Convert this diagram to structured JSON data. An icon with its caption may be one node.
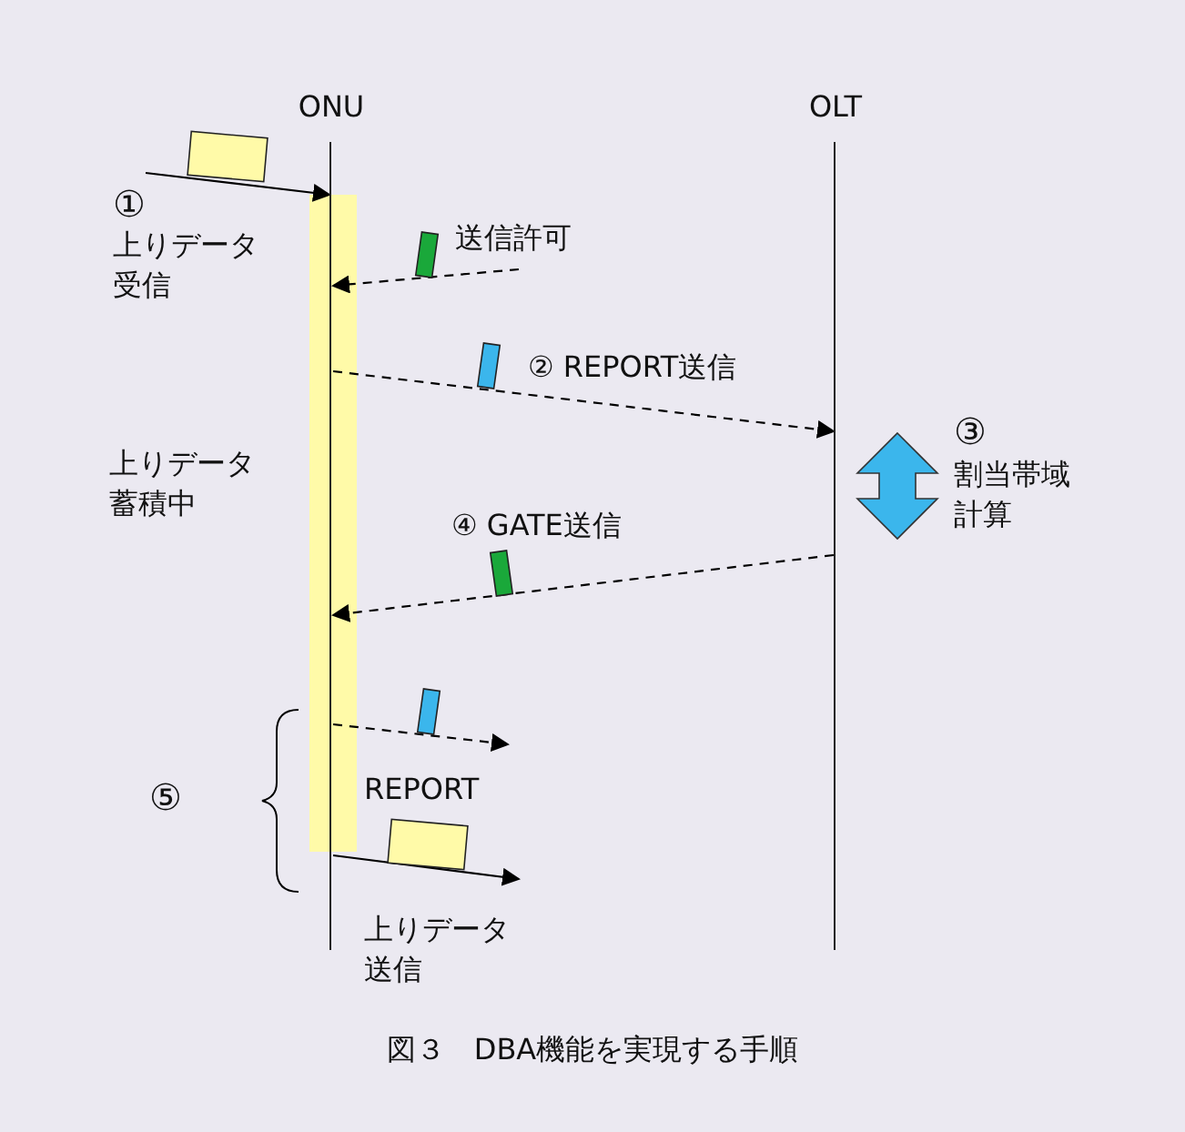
{
  "diagram": {
    "caption": "図３　DBA機能を実現する手順",
    "nodes": [
      {
        "text": [
          "ONU"
        ]
      },
      {
        "text": [
          "OLT"
        ]
      }
    ],
    "edges": [
      {
        "from": null,
        "to": 0,
        "arrow": "to"
      },
      {
        "from": null,
        "to": 0,
        "arrow": "to",
        "style": "dashed",
        "label": "送信許可"
      },
      {
        "from": 0,
        "to": 1,
        "arrow": "to",
        "style": "dashed",
        "label": "② REPORT送信"
      },
      {
        "from": 1,
        "to": 0,
        "arrow": "to",
        "style": "dashed",
        "label": "④ GATE送信"
      },
      {
        "from": 0,
        "to": null,
        "arrow": "to",
        "style": "dashed",
        "label": "REPORT"
      },
      {
        "from": 0,
        "to": null,
        "arrow": "to",
        "label": "上りデータ送信"
      }
    ],
    "labels": [
      "①",
      "上りデータ受信",
      "上りデータ蓄積中",
      "③",
      "割当帯域計算",
      "⑤"
    ]
  }
}
